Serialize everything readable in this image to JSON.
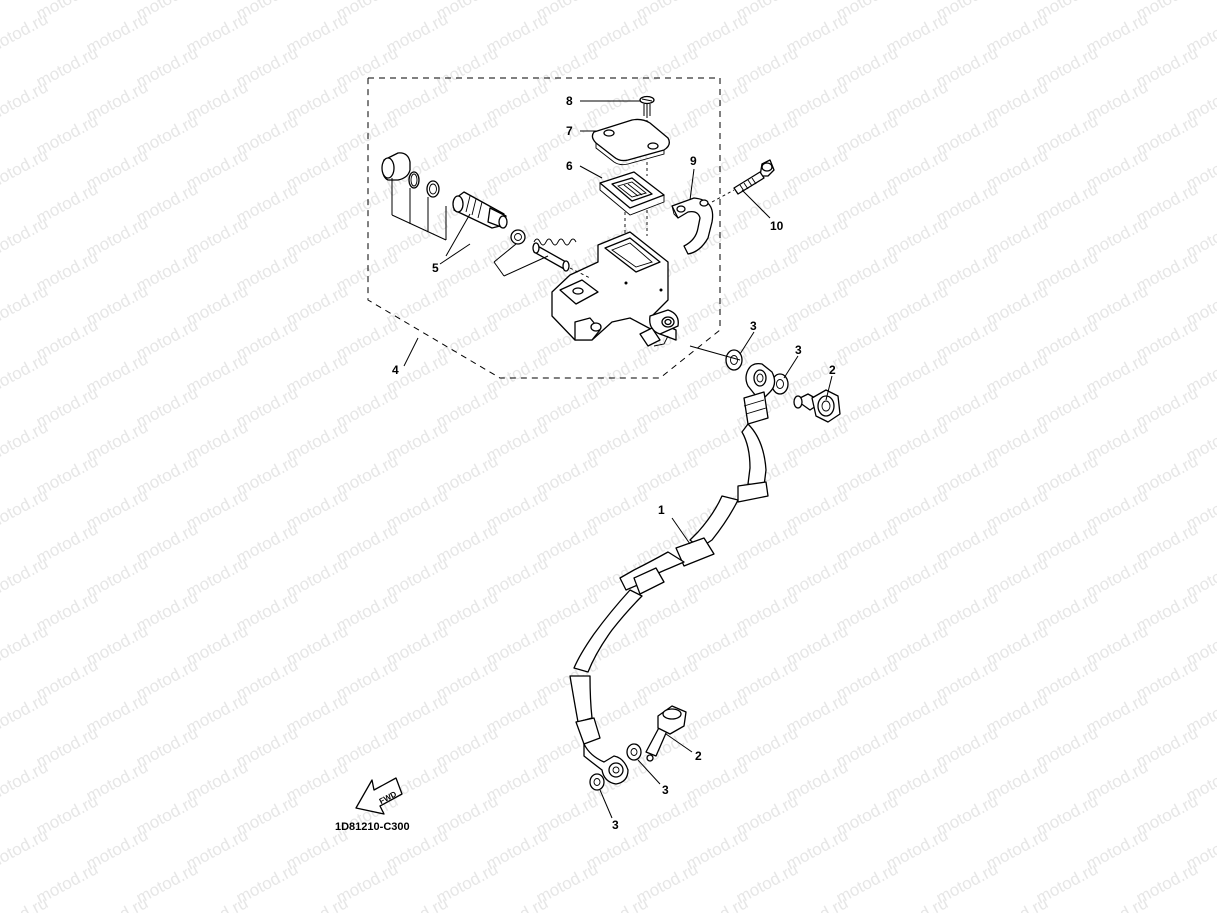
{
  "watermark": {
    "text": "motod.ru"
  },
  "diagram_code": "1D81210-C300",
  "fwd_label": "FWD",
  "callouts": {
    "c1": "1",
    "c2a": "2",
    "c2b": "2",
    "c3a": "3",
    "c3b": "3",
    "c3c": "3",
    "c3d": "3",
    "c4": "4",
    "c5": "5",
    "c6": "6",
    "c7": "7",
    "c8": "8",
    "c9": "9",
    "c10": "10"
  }
}
